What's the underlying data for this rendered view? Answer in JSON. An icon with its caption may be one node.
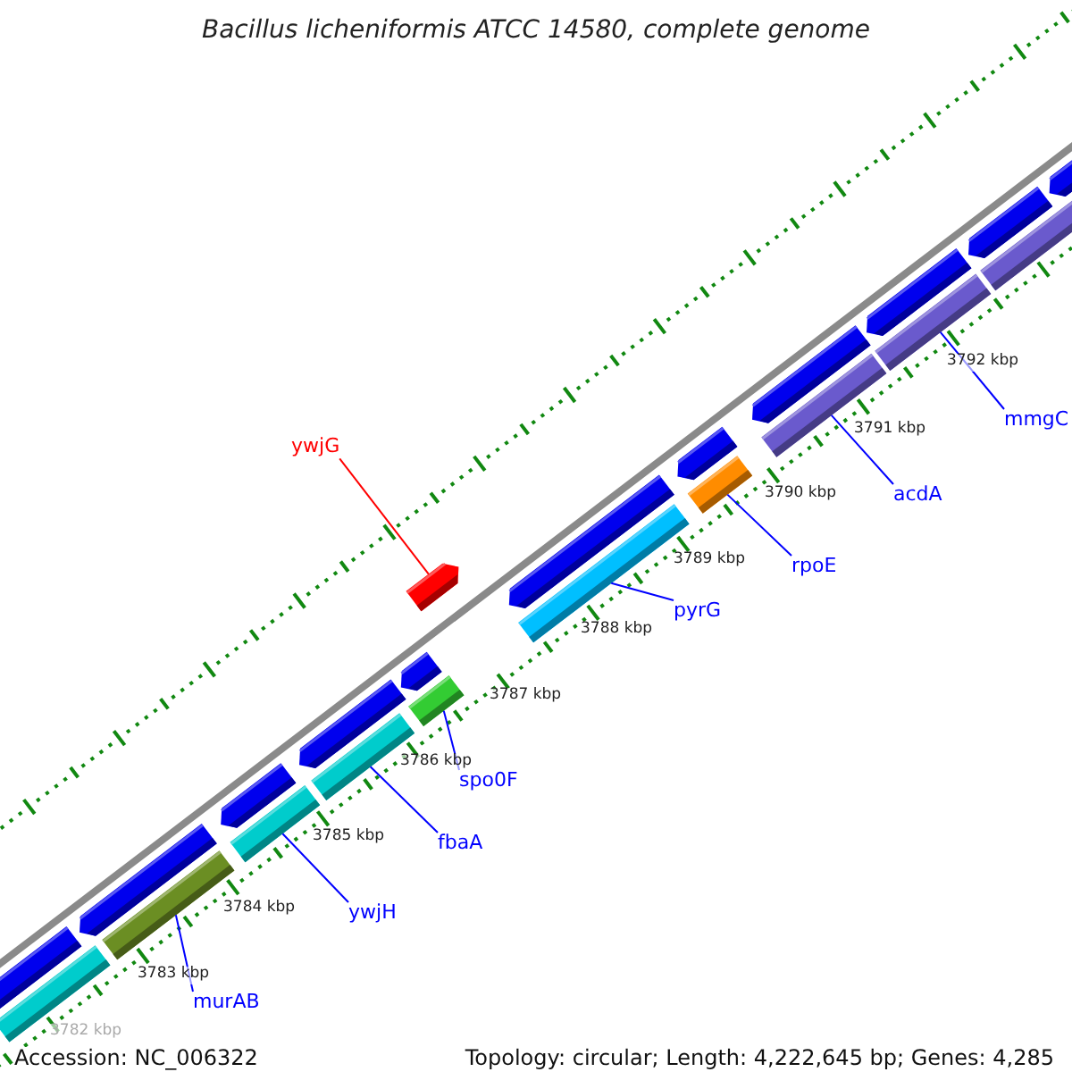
{
  "diagram": {
    "title": "Bacillus licheniformis ATCC 14580, complete genome",
    "nodes": [
      {
        "text": [
          "mmgC"
        ]
      },
      {
        "text": [
          "ywjG"
        ]
      },
      {
        "text": [
          "acdA"
        ]
      },
      {
        "text": [
          "rpoE"
        ]
      },
      {
        "text": [
          "pyrG"
        ]
      },
      {
        "text": [
          "spo0F"
        ]
      },
      {
        "text": [
          "fbaA"
        ]
      },
      {
        "text": [
          "ywjH"
        ]
      },
      {
        "text": [
          "murAB"
        ]
      },
      {
        "text": [],
        "shape": "bar"
      },
      {
        "text": [],
        "shape": "bar"
      },
      {
        "text": [],
        "shape": "bar"
      },
      {
        "text": [],
        "shape": "bar"
      },
      {
        "text": [],
        "shape": "bar"
      },
      {
        "text": [],
        "shape": "bar"
      },
      {
        "text": [],
        "shape": "bar"
      },
      {
        "text": [],
        "shape": "bar"
      },
      {
        "text": [],
        "shape": "bar"
      },
      {
        "text": [],
        "shape": "bar"
      },
      {
        "text": [],
        "shape": "bar"
      },
      {
        "text": [],
        "shape": "bar"
      },
      {
        "text": [],
        "shape": "bar"
      },
      {
        "text": [],
        "shape": "bar"
      },
      {
        "text": [],
        "shape": "bar"
      },
      {
        "text": [],
        "shape": "bar"
      },
      {
        "text": [],
        "shape": "bar"
      },
      {
        "text": [],
        "shape": "bar"
      },
      {
        "text": [],
        "shape": "bar"
      },
      {
        "text": [],
        "shape": "bar"
      },
      {
        "text": [],
        "shape": "bar"
      },
      {
        "text": [],
        "shape": "bar"
      }
    ],
    "edges": [
      {
        "from": 0,
        "to": 9,
        "arrow": "none"
      },
      {
        "from": 1,
        "to": 10,
        "arrow": "none",
        "color": "#ff0000"
      },
      {
        "from": 2,
        "to": 11,
        "arrow": "none"
      },
      {
        "from": 3,
        "to": 12,
        "arrow": "none"
      },
      {
        "from": 4,
        "to": 13,
        "arrow": "none"
      },
      {
        "from": 5,
        "to": 14,
        "arrow": "none"
      },
      {
        "from": 6,
        "to": 15,
        "arrow": "none"
      },
      {
        "from": 7,
        "to": 16,
        "arrow": "none"
      },
      {
        "from": 8,
        "to": 17,
        "arrow": "none"
      }
    ],
    "labels": [
      "3792 kbp",
      "3791 kbp",
      "3790 kbp",
      "3789 kbp",
      "3788 kbp",
      "3787 kbp",
      "3786 kbp",
      "3785 kbp",
      "3784 kbp",
      "3783 kbp",
      "3782 kbp",
      "Accession: NC_006322",
      "Topology: circular; Length: 4,222,645 bp; Genes: 4,285"
    ]
  }
}
